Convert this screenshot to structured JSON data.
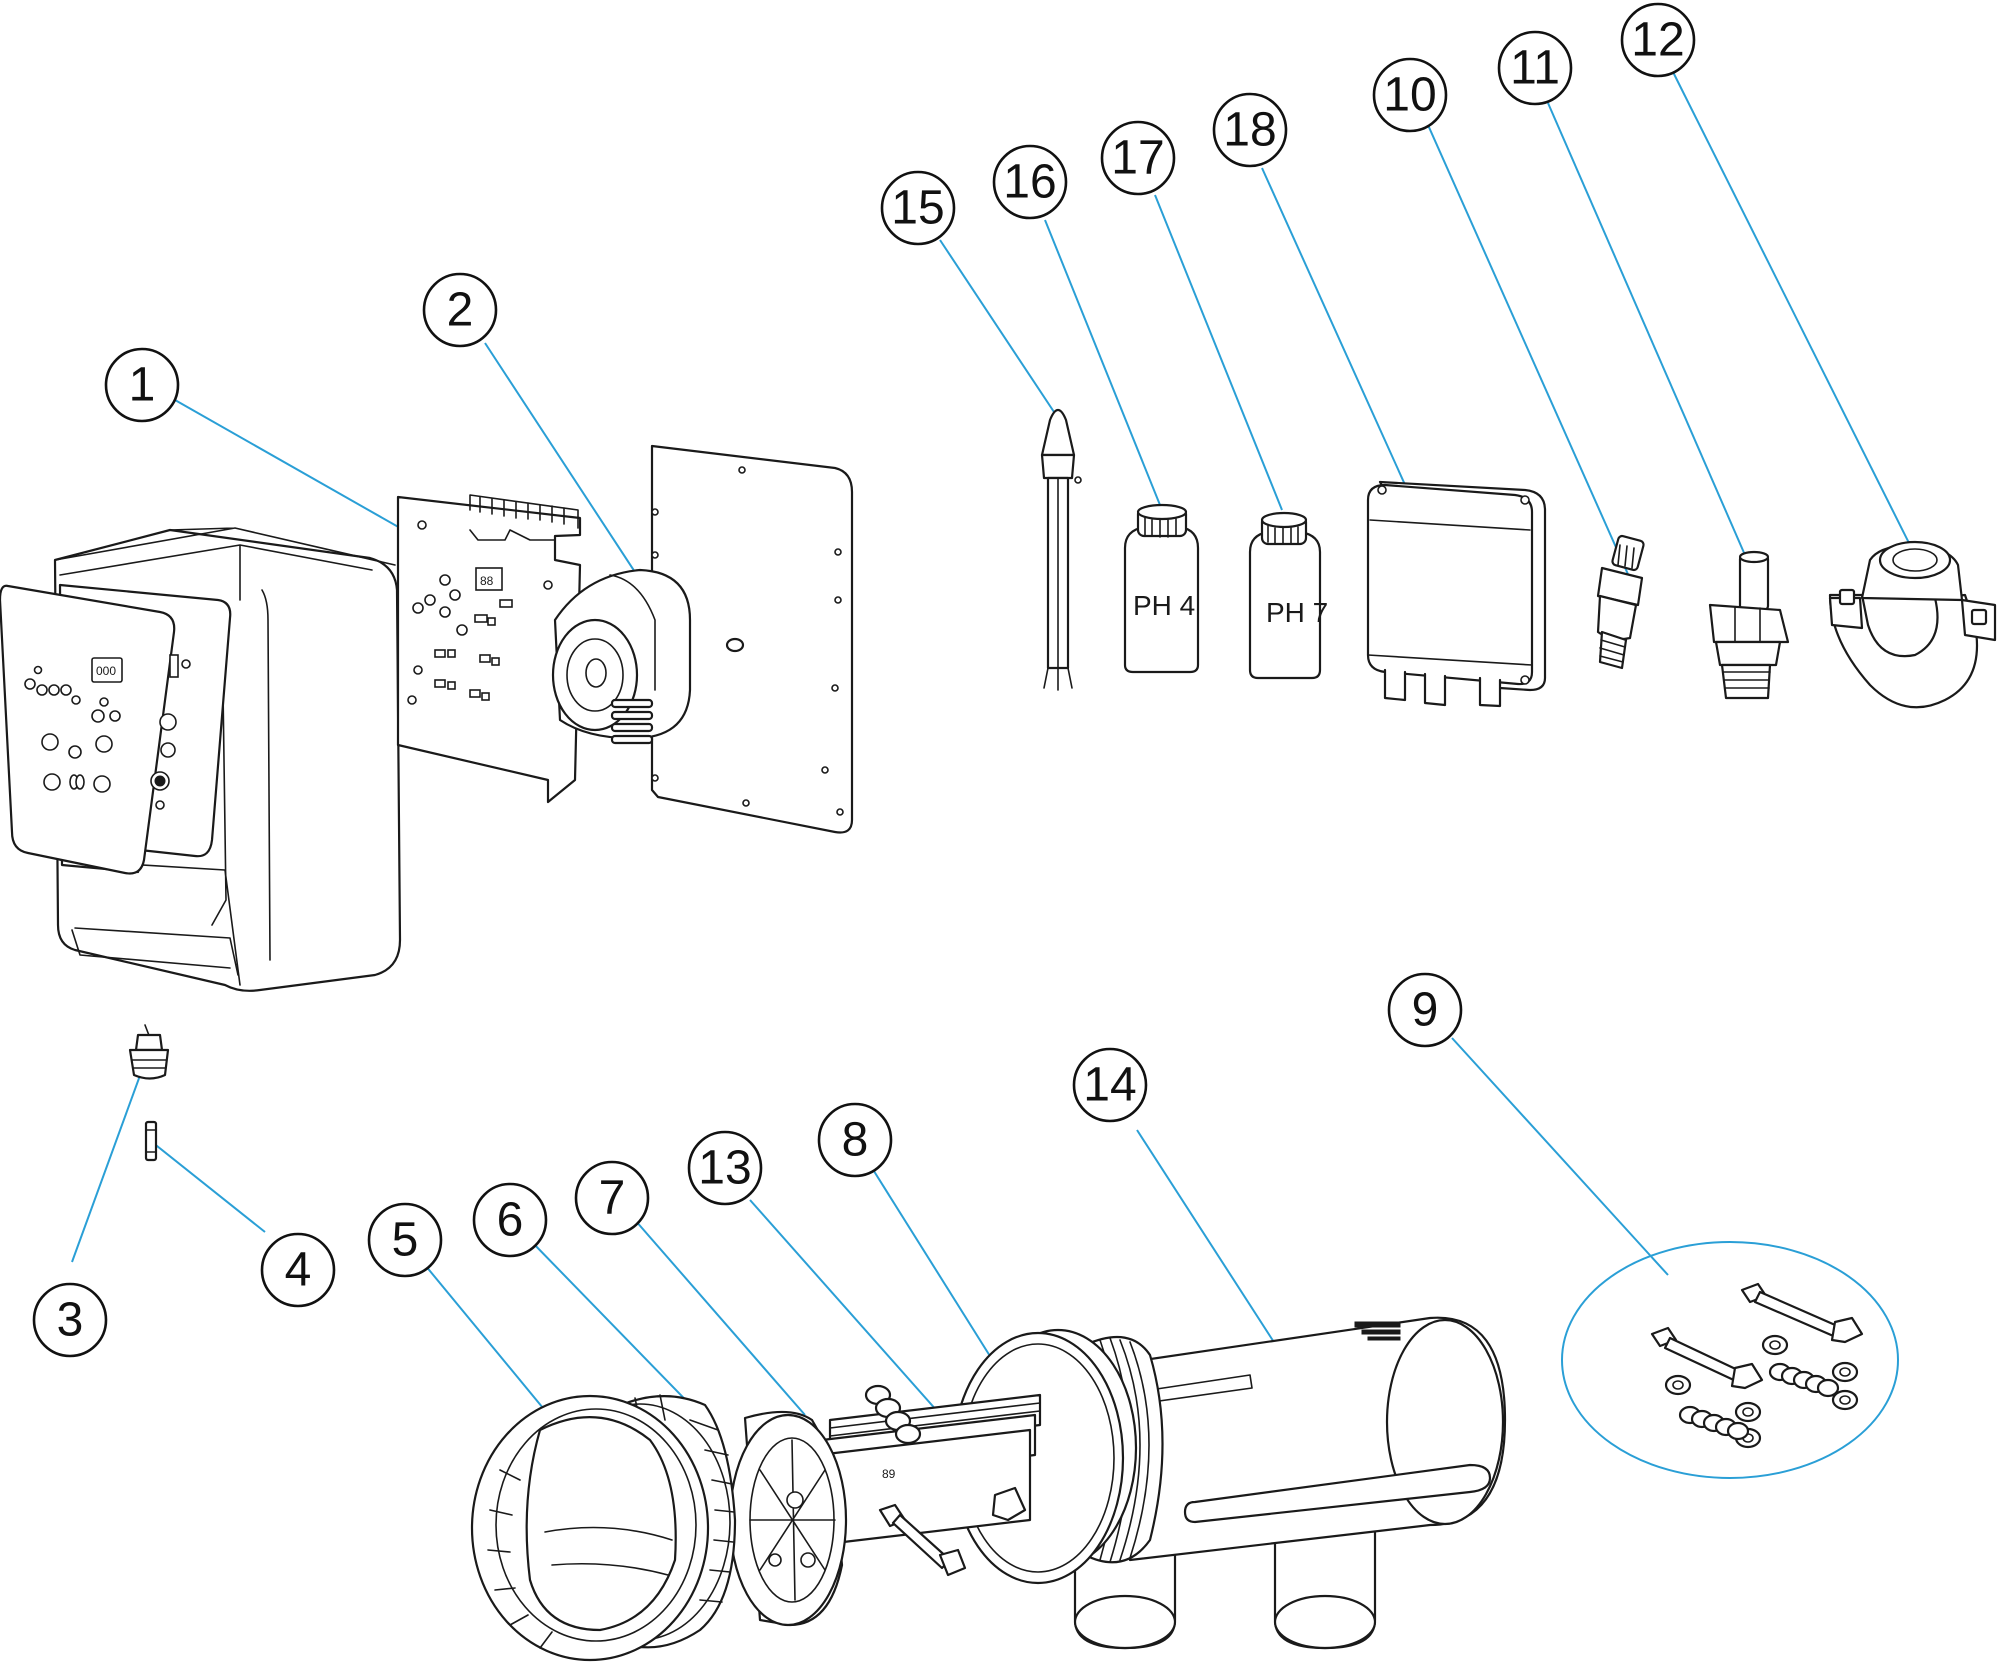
{
  "diagram": {
    "callouts": [
      {
        "label": "1"
      },
      {
        "label": "2"
      },
      {
        "label": "3"
      },
      {
        "label": "4"
      },
      {
        "label": "5"
      },
      {
        "label": "6"
      },
      {
        "label": "7"
      },
      {
        "label": "8"
      },
      {
        "label": "9"
      },
      {
        "label": "10"
      },
      {
        "label": "11"
      },
      {
        "label": "12"
      },
      {
        "label": "13"
      },
      {
        "label": "14"
      },
      {
        "label": "15"
      },
      {
        "label": "16"
      },
      {
        "label": "17"
      },
      {
        "label": "18"
      }
    ],
    "bottles": [
      {
        "label": "PH 4"
      },
      {
        "label": "PH 7"
      }
    ],
    "control_display": {
      "text": "000"
    },
    "pcb_display": {
      "text": "88"
    },
    "cell_marking": {
      "text": "89"
    },
    "colors": {
      "leader": "#2a9fd6",
      "outline": "#1a1a1a",
      "background": "#ffffff"
    }
  }
}
